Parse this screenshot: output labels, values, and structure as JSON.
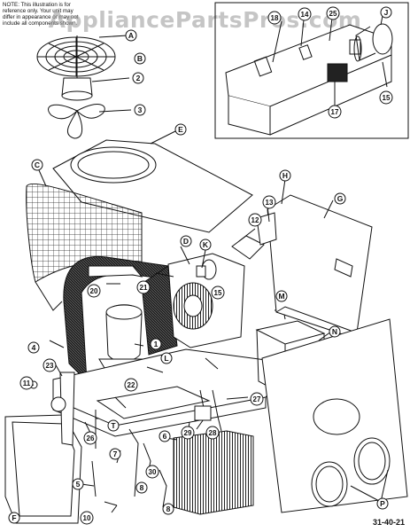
{
  "note": {
    "line1": "NOTE: This illustration is for",
    "line2": "reference only. Your unit may",
    "line3": "differ in appearance or may not",
    "line4": "include all components shown."
  },
  "watermark": "AppliancePartsPros.com",
  "figure_code": "31-40-21",
  "callouts": {
    "A": "A",
    "B": "B",
    "C": "C",
    "D": "D",
    "E": "E",
    "F": "F",
    "G": "G",
    "H": "H",
    "J": "J",
    "K": "K",
    "L": "L",
    "M": "M",
    "N": "N",
    "P": "P",
    "T": "T",
    "n1": "1",
    "n2": "2",
    "n3": "3",
    "n4": "4",
    "n5": "5",
    "n6": "6",
    "n7": "7",
    "n8a": "8",
    "n8b": "8",
    "n10": "10",
    "n11": "11",
    "n12": "12",
    "n13": "13",
    "n14": "14",
    "n15a": "15",
    "n15b": "15",
    "n17": "17",
    "n18": "18",
    "n20": "20",
    "n21": "21",
    "n22": "22",
    "n23": "23",
    "n25": "25",
    "n26": "26",
    "n27": "27",
    "n28": "28",
    "n29": "29",
    "n30": "30"
  },
  "colors": {
    "ink": "#111111",
    "paper": "#ffffff",
    "coil": "#1a1a1a"
  }
}
